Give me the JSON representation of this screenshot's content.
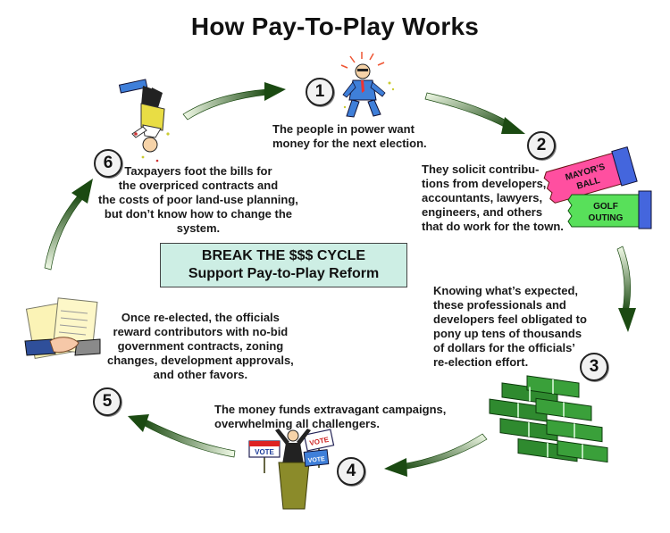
{
  "title": "How Pay-To-Play Works",
  "steps": [
    {
      "number": "1",
      "text": "The people in power want\nmoney for the next election."
    },
    {
      "number": "2",
      "text": "They solicit contribu-\ntions from developers,\naccountants, lawyers,\nengineers, and others\nthat do work for the town."
    },
    {
      "number": "3",
      "text": "Knowing what’s expected,\nthese professionals and\ndevelopers feel obligated to\npony up tens of thousands\nof dollars for the officials’\nre-election effort."
    },
    {
      "number": "4",
      "text": "The money funds extravagant campaigns,\noverwhelming all challengers."
    },
    {
      "number": "5",
      "text": "Once re-elected, the officials\nreward contributors with no-bid\ngovernment contracts, zoning\nchanges, development approvals,\nand other favors."
    },
    {
      "number": "6",
      "text": "Taxpayers foot the bills for\nthe overpriced contracts and\nthe costs of poor land-use planning,\nbut don’t know how to change the\nsystem."
    }
  ],
  "cta": {
    "line1": "BREAK THE $$$ CYCLE",
    "line2": "Support Pay-to-Play Reform"
  },
  "tickets": {
    "ticket1": "MAYOR’S\nBALL",
    "ticket2": "GOLF\nOUTING"
  },
  "signs": {
    "sign_left": "VOTE",
    "sign_right": "VOTE",
    "podium_sign": "VOTE"
  },
  "colors": {
    "arrow_dark": "#1b4a12",
    "arrow_light": "#f2fbe8",
    "cta_bg": "#cdeee4",
    "ticket_pink": "#ff4fa0",
    "ticket_green": "#58e05a",
    "money_green": "#2f8a2f"
  }
}
